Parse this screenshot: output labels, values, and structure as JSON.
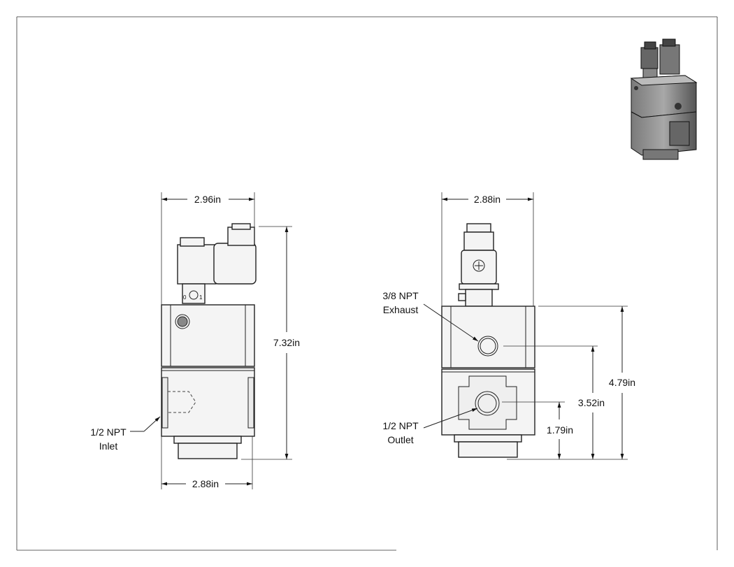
{
  "left_view": {
    "top_width": "2.96in",
    "bottom_width": "2.88in",
    "height": "7.32in",
    "callout_inlet": [
      "1/2 NPT",
      "Inlet"
    ]
  },
  "right_view": {
    "top_width": "2.88in",
    "h1": "4.79in",
    "h2": "3.52in",
    "h3": "1.79in",
    "callout_exhaust": [
      "3/8 NPT",
      "Exhaust"
    ],
    "callout_outlet": [
      "1/2 NPT",
      "Outlet"
    ]
  }
}
